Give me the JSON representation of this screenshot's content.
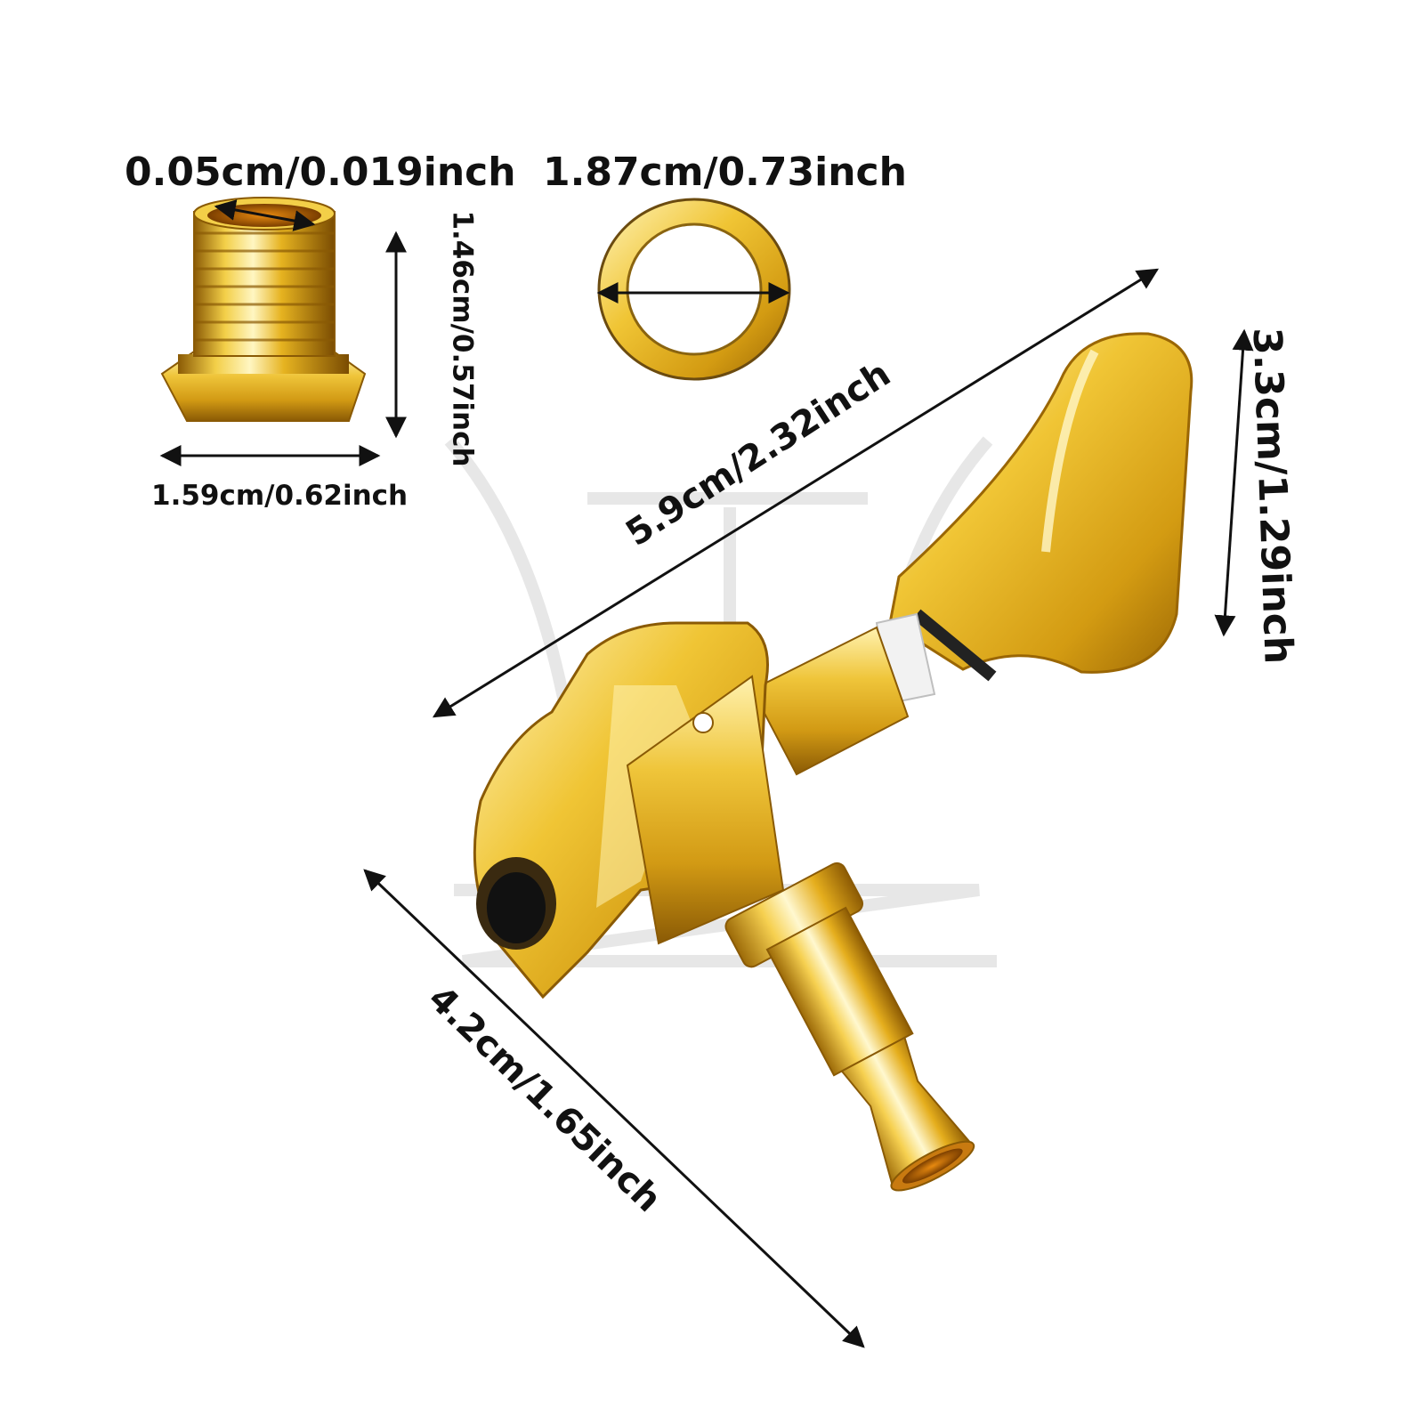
{
  "measurements": {
    "bushing_inner_diameter": "0.05cm/0.019inch",
    "bushing_height": "1.46cm/0.57inch",
    "bushing_width": "1.59cm/0.62inch",
    "washer_diameter": "1.87cm/0.73inch",
    "tuner_total_length": "5.9cm/2.32inch",
    "button_height": "3.3cm/1.29inch",
    "post_length": "4.2cm/1.65inch"
  },
  "colors": {
    "gold_light": "#fff1a8",
    "gold_mid": "#e7b626",
    "gold_dark": "#9c6a08",
    "arrow": "#111111",
    "watermark": "#d9d9d9"
  }
}
